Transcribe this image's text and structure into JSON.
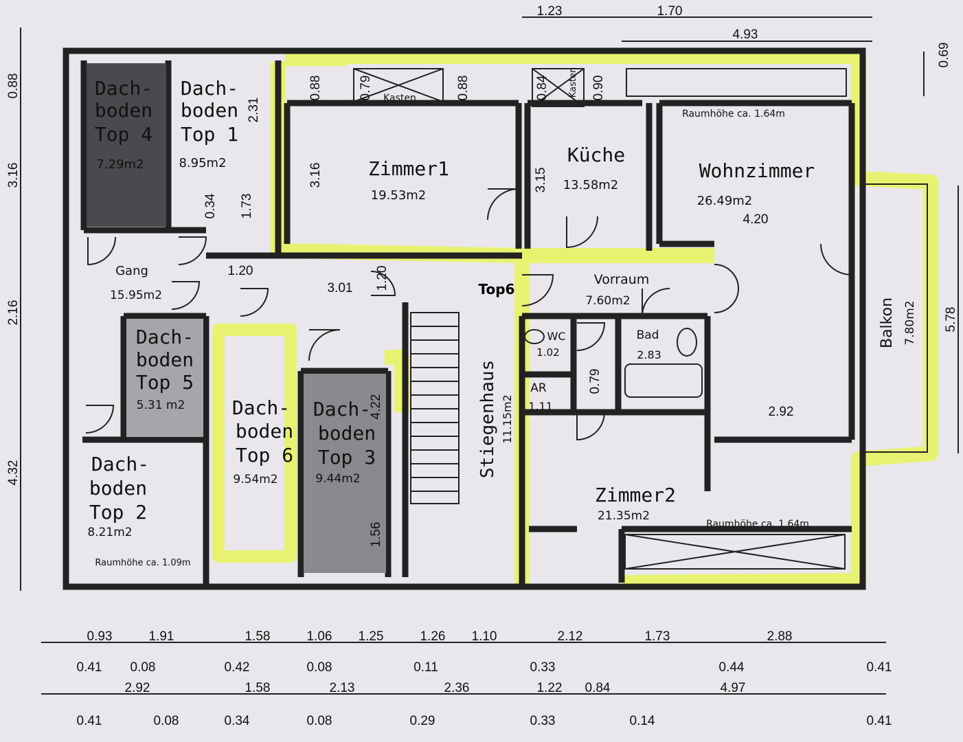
{
  "rooms": {
    "dachboden_top4": {
      "l1": "Dach-",
      "l2": "boden",
      "l3": "Top 4",
      "area": "7.29m2"
    },
    "dachboden_top1": {
      "l1": "Dach-",
      "l2": "boden",
      "l3": "Top 1",
      "area": "8.95m2"
    },
    "zimmer1": {
      "name": "Zimmer1",
      "area": "19.53m2"
    },
    "kueche": {
      "name": "Küche",
      "area": "13.58m2"
    },
    "wohnzimmer": {
      "name": "Wohnzimmer",
      "area": "26.49m2",
      "height": "Raumhöhe ca. 1.64m"
    },
    "gang": {
      "name": "Gang",
      "area": "15.95m2"
    },
    "dachboden_top5": {
      "l1": "Dach-",
      "l2": "boden",
      "l3": "Top 5",
      "area": "5.31 m2"
    },
    "dachboden_top6": {
      "l1": "Dach-",
      "l2": "boden",
      "l3": "Top 6",
      "area": "9.54m2"
    },
    "dachboden_top3": {
      "l1": "Dach-",
      "l2": "boden",
      "l3": "Top 3",
      "area": "9.44m2"
    },
    "dachboden_top2": {
      "l1": "Dach-",
      "l2": "boden",
      "l3": "Top 2",
      "area": "8.21m2",
      "height": "Raumhöhe ca. 1.09m"
    },
    "stiegenhaus": {
      "name": "Stiegenhaus",
      "area": "11.15m2"
    },
    "top6": {
      "name": "Top6"
    },
    "vorraum": {
      "name": "Vorraum",
      "area": "7.60m2"
    },
    "wc": {
      "name": "WC",
      "area": "1.02"
    },
    "bad": {
      "name": "Bad",
      "area": "2.83"
    },
    "ar": {
      "name": "AR",
      "area": "1.11"
    },
    "zimmer2": {
      "name": "Zimmer2",
      "area": "21.35m2",
      "height": "Raumhöhe ca. 1.64m"
    },
    "balkon": {
      "name": "Balkon",
      "area": "7.80m2"
    }
  },
  "labels": {
    "kasten1": "Kasten",
    "kasten2": "Kasten"
  },
  "dims_top": [
    "1.23",
    "1.70",
    "4.93",
    "0.69"
  ],
  "dims_left": [
    "0.88",
    "3.16",
    "2.16",
    "4.32"
  ],
  "dims_right": [
    "5.78"
  ],
  "dims_inner": [
    "0.79",
    "0.88",
    "0.88",
    "3.16",
    "2.31",
    "0.34",
    "1.73",
    "1.20",
    "3.01",
    "1.20",
    "0.84",
    "0.90",
    "3.15",
    "4.20",
    "0.79",
    "2.92",
    "4.22",
    "1.56"
  ],
  "dims_bottom1": [
    "0.93",
    "1.91",
    "1.58",
    "1.06",
    "1.25",
    "1.26",
    "1.10",
    "2.12",
    "1.73",
    "2.88"
  ],
  "dims_bottom1_sub": [
    "0.41",
    "0.08",
    "0.42",
    "0.08",
    "0.11",
    "0.33",
    "0.44",
    "0.41"
  ],
  "dims_bottom2": [
    "2.92",
    "1.58",
    "2.13",
    "2.36",
    "1.22",
    "0.84",
    "4.97"
  ],
  "dims_bottom2_sub": [
    "0.41",
    "0.08",
    "0.34",
    "0.08",
    "0.29",
    "0.33",
    "0.14",
    "0.41"
  ]
}
